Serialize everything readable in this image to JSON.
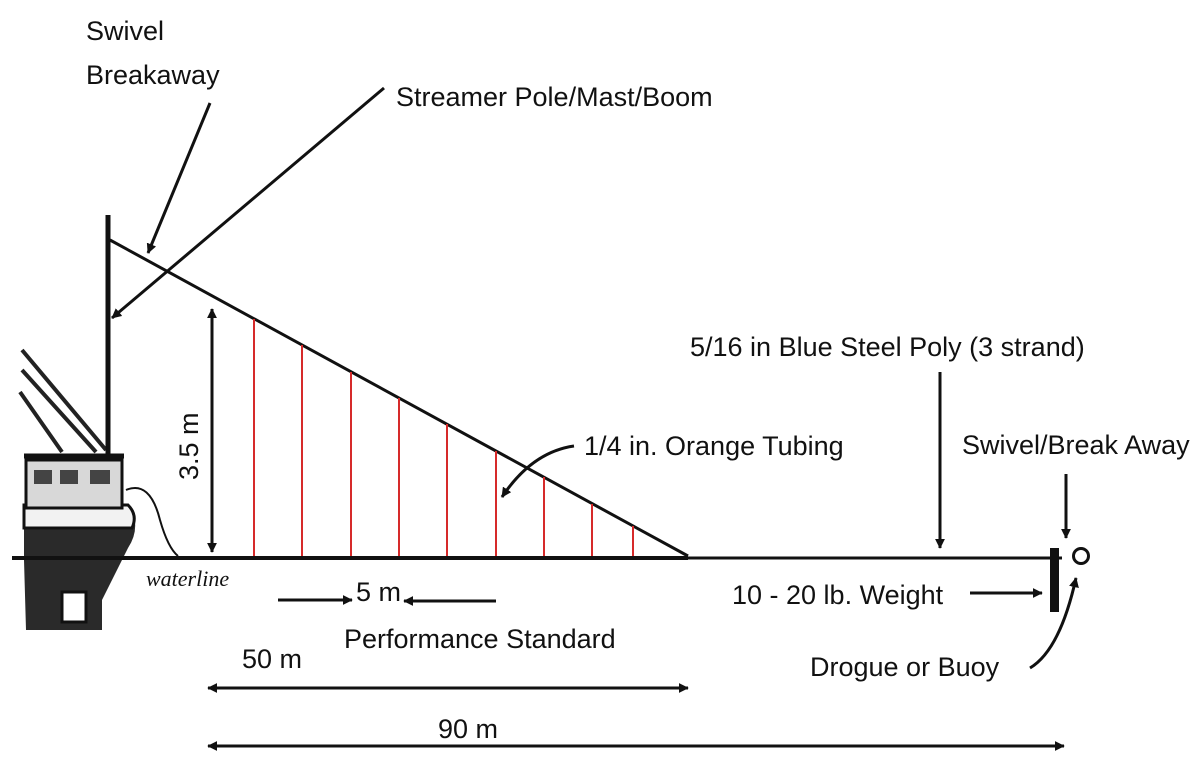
{
  "labels": {
    "swivel_breakaway_line1": "Swivel",
    "swivel_breakaway_line2": "Breakaway",
    "streamer_pole": "Streamer Pole/Mast/Boom",
    "line_spec": "5/16 in Blue Steel Poly (3 strand)",
    "tubing": "1/4 in. Orange Tubing",
    "swivel_break_away": "Swivel/Break Away",
    "height": "3.5  m",
    "waterline": "waterline",
    "spacing": "5 m",
    "performance": "Performance Standard",
    "weight": "10 - 20 lb. Weight",
    "drogue": "Drogue or Buoy",
    "len_50": "50 m",
    "len_90": "90 m"
  },
  "colors": {
    "line": "#111111",
    "streamer": "#d62a2a",
    "background": "#ffffff"
  },
  "icons": {
    "vessel": "fishing-vessel-icon",
    "terminal": "drogue-buoy-icon"
  }
}
